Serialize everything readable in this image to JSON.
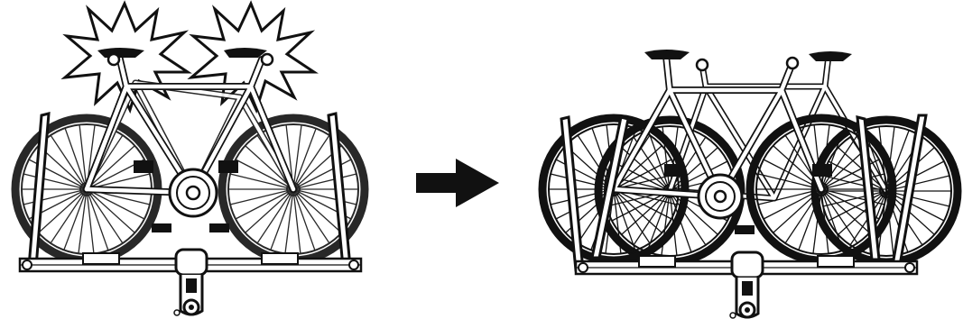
{
  "figure": {
    "panels": [
      {
        "id": "before",
        "state": "bike handlebars/seats clashing",
        "icon": "collision-burst-icon"
      },
      {
        "id": "after",
        "state": "bikes offset, no contact",
        "icon": "offset-bikes-icon"
      }
    ],
    "arrow_icon": "right-arrow-icon",
    "colors": {
      "ink": "#111111",
      "paper": "#ffffff"
    }
  }
}
